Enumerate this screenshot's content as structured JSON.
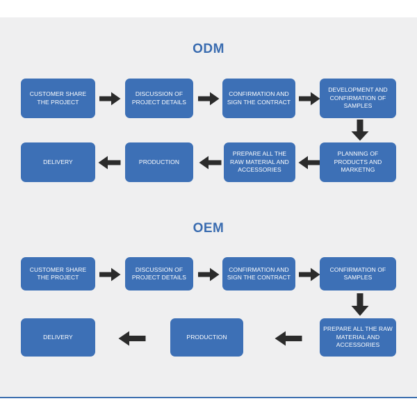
{
  "page": {
    "background_color": "#efeff0",
    "accent_color": "#3a6cb0",
    "node_color": "#3d70b6",
    "arrow_color": "#2b2b2b",
    "node_text_color": "#ffffff",
    "bottom_rule_color": "#3c6faf"
  },
  "sections": [
    {
      "id": "odm",
      "title": "ODM",
      "rows": [
        {
          "direction": "right",
          "nodes": [
            {
              "label": "CUSTOMER SHARE THE PROJECT"
            },
            {
              "label": "DISCUSSION OF PROJECT DETAILS"
            },
            {
              "label": "CONFIRMATION AND SIGN THE CONTRACT"
            },
            {
              "label": "DEVELOPMENT AND CONFIRMATION OF SAMPLES"
            }
          ]
        },
        {
          "direction": "left",
          "nodes": [
            {
              "label": "DELIVERY"
            },
            {
              "label": "PRODUCTION"
            },
            {
              "label": "PREPARE ALL THE RAW MATERIAL AND ACCESSORIES"
            },
            {
              "label": "PLANNING OF PRODUCTS AND MARKETNG"
            }
          ]
        }
      ],
      "connector": "down-arrow"
    },
    {
      "id": "oem",
      "title": "OEM",
      "rows": [
        {
          "direction": "right",
          "nodes": [
            {
              "label": "CUSTOMER SHARE THE PROJECT"
            },
            {
              "label": "DISCUSSION OF PROJECT DETAILS"
            },
            {
              "label": "CONFIRMATION AND SIGN THE CONTRACT"
            },
            {
              "label": "CONFIRMATION OF SAMPLES"
            }
          ]
        },
        {
          "direction": "left",
          "nodes": [
            {
              "label": "DELIVERY"
            },
            {
              "label": "PRODUCTION"
            },
            {
              "label": "PREPARE ALL THE RAW MATERIAL AND ACCESSORIES"
            }
          ]
        }
      ],
      "connector": "down-arrow"
    }
  ],
  "icons": {
    "arrow_right": "arrow-right-icon",
    "arrow_left": "arrow-left-icon",
    "arrow_down": "arrow-down-icon"
  }
}
